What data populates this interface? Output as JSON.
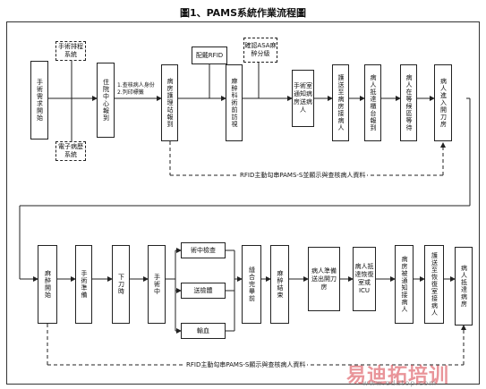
{
  "title": "圖1、PAMS系統作業流程圖",
  "top_row": {
    "start": "手術需求開始",
    "side_top": "手術排程系統",
    "side_bottom": "電子病歷系統",
    "center": "住院中心報到",
    "mid_text": "1.查核病人身份\n2.列印標籤",
    "ward": "病房護理站報到",
    "rfid_top": "配戴RFID",
    "anesth_visit": "麻醉科術前訪視",
    "asa_top": "確認ASA麻醉分級",
    "notify": "手術室通知病房送病人",
    "escort": "護送至病房接病人",
    "arrive": "病人抵達櫃台報到",
    "wait": "病人在等候區等待",
    "enter": "病人進入開刀房"
  },
  "dashed_label_top": "RFID主動勾串PAMS-S並顯示與查核病人資料",
  "bottom_row": {
    "anesth_start": "麻醉開始",
    "prep": "手術準備",
    "incision": "下刀時",
    "inop": "手術中",
    "opt1": "術中檢查",
    "opt2": "送檢體",
    "opt3": "輸血",
    "suture": "縫合完畢前",
    "anesth_end": "麻醉結束",
    "leave": "病人準備送出開刀房",
    "recovery": "病人抵達恢復室或ICU",
    "ward_notify": "病房被通知接病人",
    "escort_rec": "護送至恢復室接病人",
    "back": "病人抵達病房"
  },
  "dashed_label_bottom": "RFID主動勾串PAMS-S顯示與查核病人資料",
  "watermark": {
    "brand": "易迪拓培训",
    "url": "www.edatop.com"
  }
}
